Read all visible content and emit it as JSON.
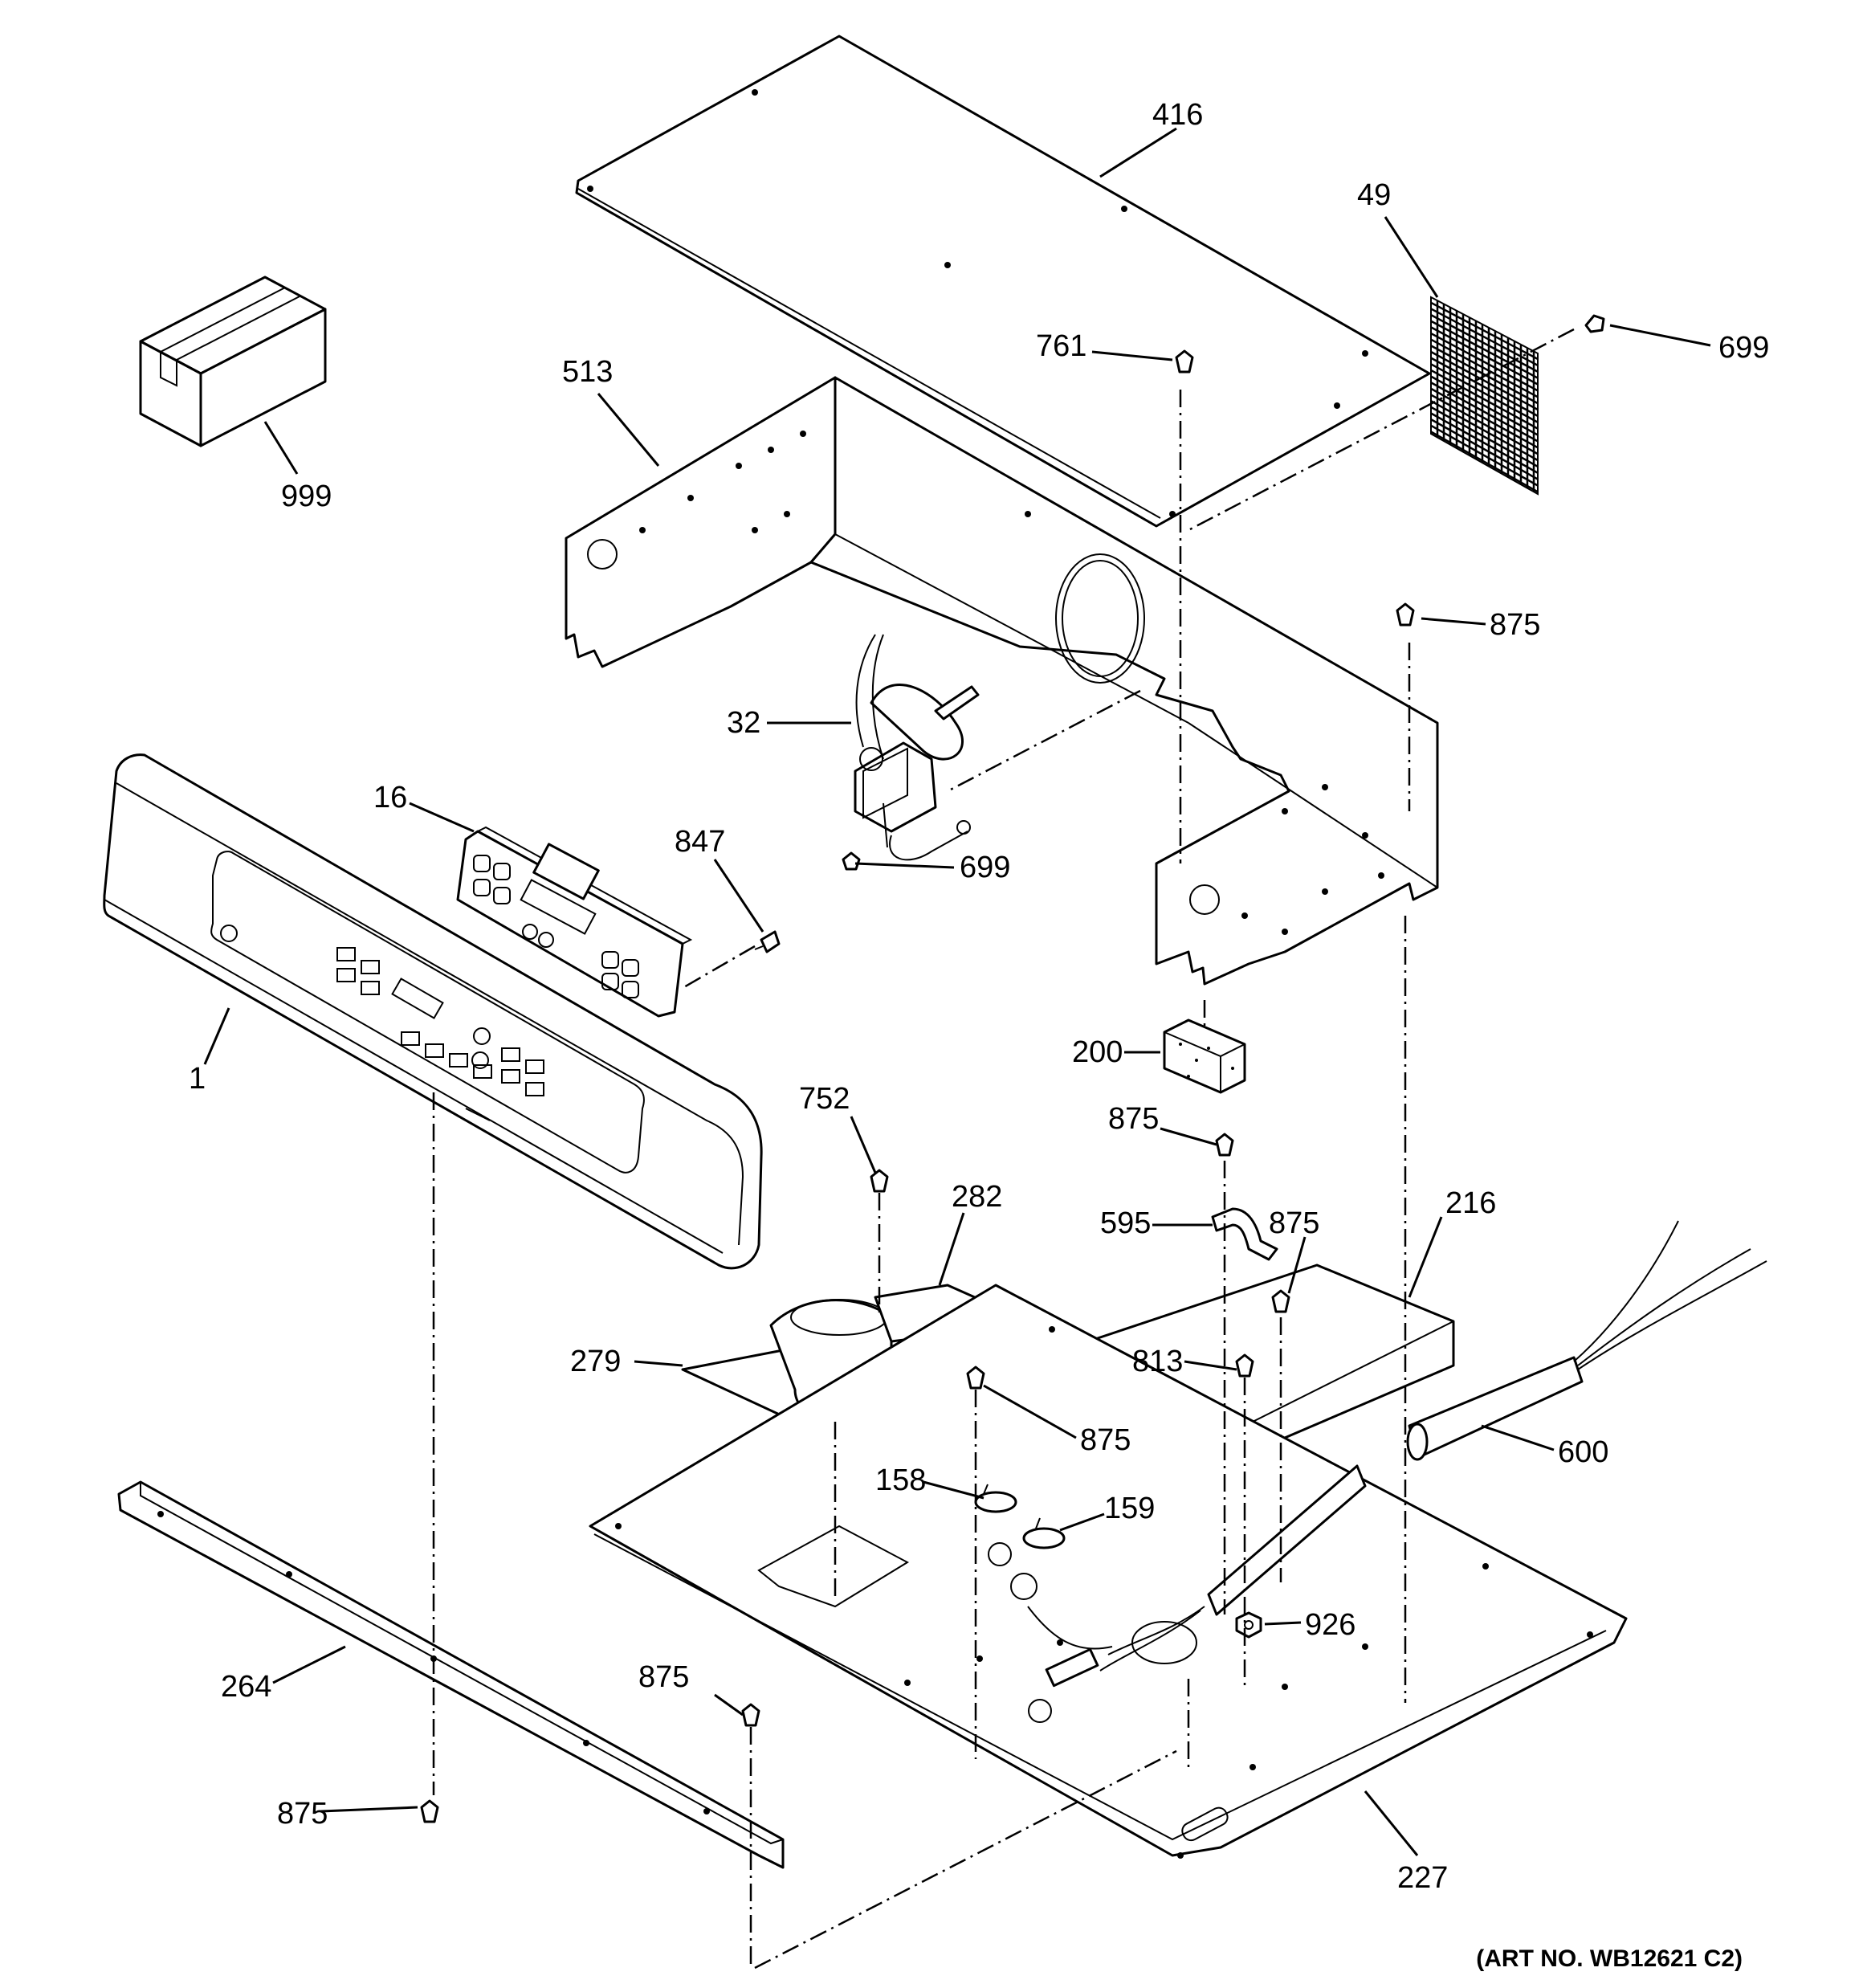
{
  "callouts": {
    "c416": "416",
    "c49": "49",
    "c699a": "699",
    "c761": "761",
    "c513": "513",
    "c999": "999",
    "c875a": "875",
    "c32": "32",
    "c16": "16",
    "c847": "847",
    "c699b": "699",
    "c1": "1",
    "c200": "200",
    "c752": "752",
    "c282": "282",
    "c875b": "875",
    "c595": "595",
    "c875c": "875",
    "c216": "216",
    "c279": "279",
    "c813": "813",
    "c875d": "875",
    "c158": "158",
    "c159": "159",
    "c600": "600",
    "c926": "926",
    "c264": "264",
    "c875e": "875",
    "c875f": "875",
    "c227": "227"
  },
  "footer": {
    "art_no": "(ART NO. WB12621 C2)"
  }
}
